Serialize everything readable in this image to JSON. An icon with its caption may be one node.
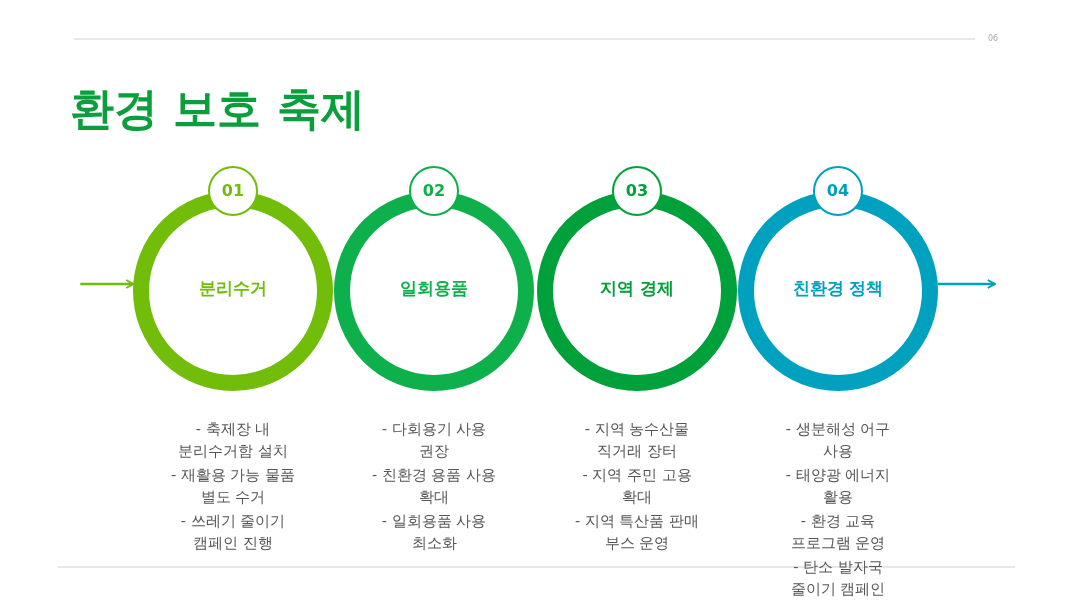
{
  "diagram": {
    "title": "환경 보호 축제",
    "nodes": [
      {
        "text": [
          "01"
        ]
      },
      {
        "text": [
          "분리수거"
        ],
        "beside": [
          "- 축제장 내 분리수거함 설치",
          "- 재활용 가능 물품 별도 수거",
          "- 쓰레기 줄이기 캠페인 진행"
        ]
      },
      {
        "text": [
          "02"
        ]
      },
      {
        "text": [
          "일회용품"
        ],
        "beside": [
          "- 다회용기 사용 권장",
          "- 친환경 용품 사용 확대",
          "- 일회용품 사용 최소화"
        ]
      },
      {
        "text": [
          "03"
        ]
      },
      {
        "text": [
          "지역 경제"
        ],
        "beside": [
          "- 지역 농수산물 직거래 장터",
          "- 지역 주민 고용 확대",
          "- 지역 특산품 판매 부스 운영"
        ]
      },
      {
        "text": [
          "04"
        ]
      },
      {
        "text": [
          "친환경 정책"
        ],
        "beside": [
          "- 생분해성 어구 사용",
          "- 태양광 에너지 활용",
          "- 환경 교육 프로그램 운영",
          "- 탄소 발자국 줄이기 캠페인"
        ]
      }
    ],
    "edges": [
      {
        "from": null,
        "to": 1,
        "arrow": "to",
        "color": "#72bd0a"
      },
      {
        "from": 7,
        "to": null,
        "arrow": "to",
        "color": "#00a0bf"
      }
    ],
    "labels": [
      "06"
    ]
  }
}
